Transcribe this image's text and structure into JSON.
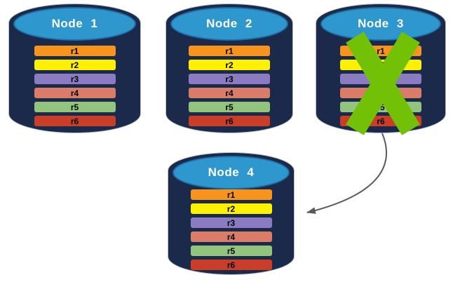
{
  "diagram": {
    "nodes": [
      {
        "id": "node-1",
        "title": "Node 1",
        "failed": false,
        "rows": [
          "r1",
          "r2",
          "r3",
          "r4",
          "r5",
          "r6"
        ]
      },
      {
        "id": "node-2",
        "title": "Node 2",
        "failed": false,
        "rows": [
          "r1",
          "r2",
          "r3",
          "r4",
          "r5",
          "r6"
        ]
      },
      {
        "id": "node-3",
        "title": "Node 3",
        "failed": true,
        "rows": [
          "r1",
          "r2",
          "r3",
          "r4",
          "r5",
          "r6"
        ]
      },
      {
        "id": "node-4",
        "title": "Node 4",
        "failed": false,
        "rows": [
          "r1",
          "r2",
          "r3",
          "r4",
          "r5",
          "r6"
        ]
      }
    ],
    "row_colors": {
      "r1": "#f7941d",
      "r2": "#fdf100",
      "r3": "#8b7cc1",
      "r4": "#da7d68",
      "r5": "#93c47d",
      "r6": "#ca3e27"
    },
    "colors": {
      "cylinder_body": "#1b2a4a",
      "cylinder_outline": "#b9bec7",
      "cylinder_top_fill": "#2e97ce",
      "cylinder_top_border": "#1d6fa5",
      "title_text": "#ffffff",
      "row_text": "#000000",
      "failure_cross": "#73c106",
      "arrow": "#595959"
    }
  }
}
